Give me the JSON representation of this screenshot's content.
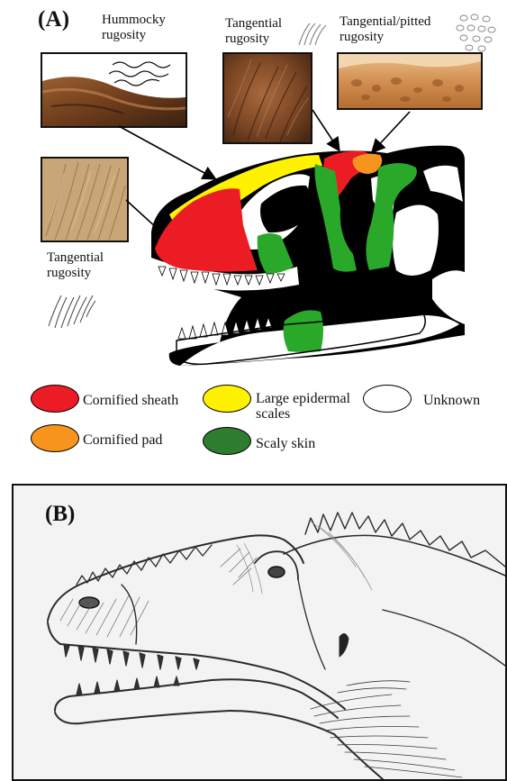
{
  "panel_a": {
    "label": "(A)",
    "annotations": {
      "hummocky": "Hummocky\nrugosity",
      "tangential_top": "Tangential\nrugosity",
      "tangential_pitted": "Tangential/pitted\nrugosity",
      "tangential_left": "Tangential\nrugosity"
    },
    "legend": [
      {
        "label": "Cornified sheath",
        "color": "#ec1c24"
      },
      {
        "label": "Cornified pad",
        "color": "#f7941d"
      },
      {
        "label": "Large epidermal\nscales",
        "color": "#fff200"
      },
      {
        "label": "Scaly skin",
        "color": "#2e7d2e"
      },
      {
        "label": "Unknown",
        "color": "#ffffff"
      }
    ],
    "region_colors": {
      "cornified_sheath": "#ec1c24",
      "cornified_pad": "#f7941d",
      "large_epidermal_scales": "#fff200",
      "scaly_skin": "#2aa82a",
      "bone": "#000000",
      "unknown": "#ffffff"
    }
  },
  "panel_b": {
    "label": "(B)"
  }
}
